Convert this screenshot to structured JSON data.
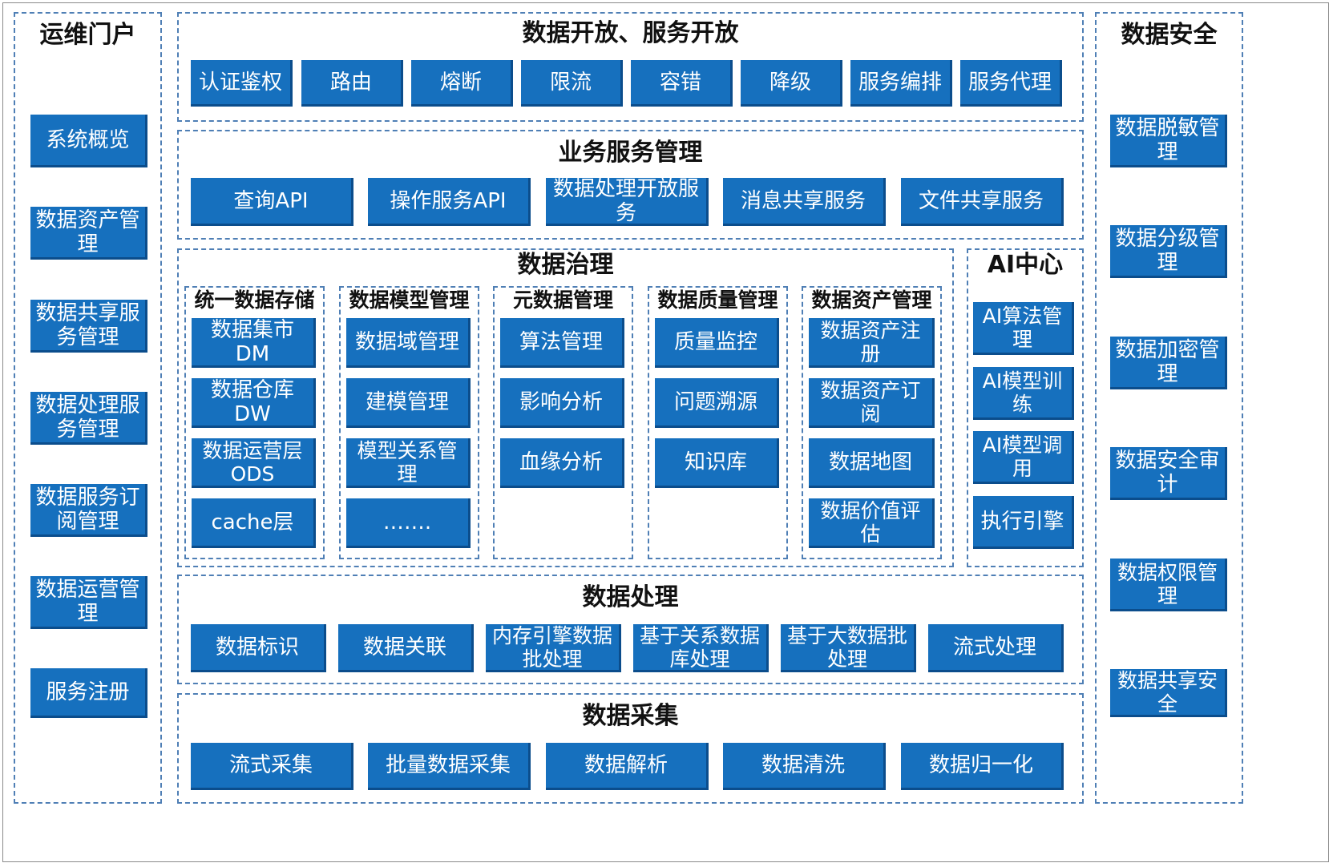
{
  "colors": {
    "box_fill": "#1670be",
    "box_shadow": "#0b4d8c",
    "dashed_border": "#4f7fb5",
    "text_on_box": "#ffffff",
    "title_text": "#111111"
  },
  "ops_portal": {
    "title": "运维门户",
    "items": [
      "系统概览",
      "数据资产管理",
      "数据共享服务管理",
      "数据处理服务管理",
      "数据服务订阅管理",
      "数据运营管理",
      "服务注册"
    ]
  },
  "open_service": {
    "title": "数据开放、服务开放",
    "items": [
      "认证鉴权",
      "路由",
      "熔断",
      "限流",
      "容错",
      "降级",
      "服务编排",
      "服务代理"
    ]
  },
  "biz_service": {
    "title": "业务服务管理",
    "items": [
      "查询API",
      "操作服务API",
      "数据处理开放服务",
      "消息共享服务",
      "文件共享服务"
    ]
  },
  "governance": {
    "title": "数据治理",
    "groups": [
      {
        "title": "统一数据存储",
        "items": [
          "数据集市DM",
          "数据仓库DW",
          "数据运营层ODS",
          "cache层"
        ]
      },
      {
        "title": "数据模型管理",
        "items": [
          "数据域管理",
          "建模管理",
          "模型关系管理",
          "……."
        ]
      },
      {
        "title": "元数据管理",
        "items": [
          "算法管理",
          "影响分析",
          "血缘分析"
        ]
      },
      {
        "title": "数据质量管理",
        "items": [
          "质量监控",
          "问题溯源",
          "知识库"
        ]
      },
      {
        "title": "数据资产管理",
        "items": [
          "数据资产注册",
          "数据资产订阅",
          "数据地图",
          "数据价值评估"
        ]
      }
    ]
  },
  "ai_center": {
    "title": "AI中心",
    "items": [
      "AI算法管理",
      "AI模型训练",
      "AI模型调用",
      "执行引擎"
    ]
  },
  "processing": {
    "title": "数据处理",
    "items": [
      "数据标识",
      "数据关联",
      "内存引擎数据批处理",
      "基于关系数据库处理",
      "基于大数据批处理",
      "流式处理"
    ]
  },
  "collection": {
    "title": "数据采集",
    "items": [
      "流式采集",
      "批量数据采集",
      "数据解析",
      "数据清洗",
      "数据归一化"
    ]
  },
  "security": {
    "title": "数据安全",
    "items": [
      "数据脱敏管理",
      "数据分级管理",
      "数据加密管理",
      "数据安全审计",
      "数据权限管理",
      "数据共享安全"
    ]
  }
}
